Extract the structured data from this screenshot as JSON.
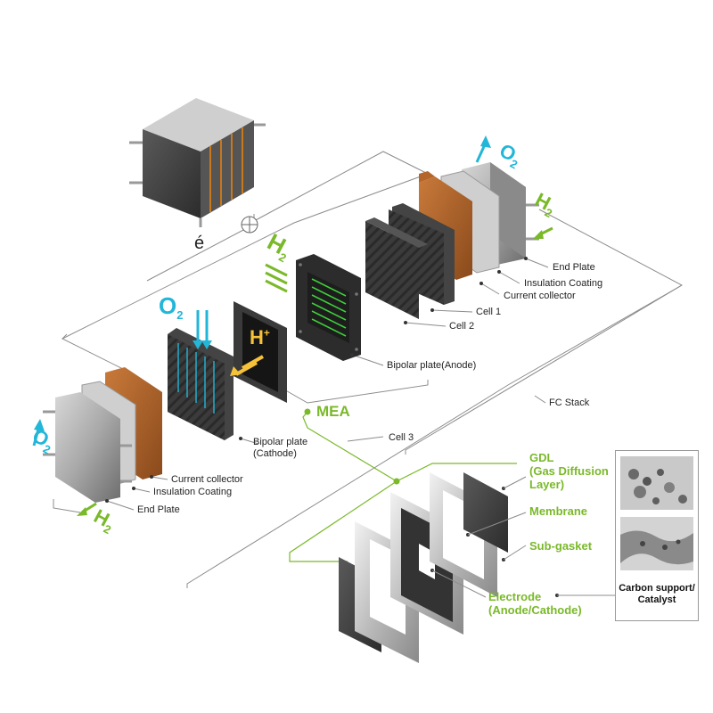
{
  "labels": {
    "end_plate_top": "End Plate",
    "insulation_top": "Insulation Coating",
    "current_collector_top": "Current collector",
    "cell1": "Cell 1",
    "cell2": "Cell 2",
    "bipolar_anode": "Bipolar plate(Anode)",
    "fc_stack": "FC Stack",
    "cell3": "Cell 3",
    "bipolar_cathode_line1": "Bipolar plate",
    "bipolar_cathode_line2": "(Cathode)",
    "current_collector_bottom": "Current collector",
    "insulation_bottom": "Insulation Coating",
    "end_plate_bottom": "End Plate",
    "mea": "MEA",
    "gdl_line1": "GDL",
    "gdl_line2": "(Gas Diffusion",
    "gdl_line3": "Layer)",
    "membrane": "Membrane",
    "subgasket": "Sub-gasket",
    "electrode_line1": "Electrode",
    "electrode_line2": "(Anode/Cathode)",
    "carbon_line1": "Carbon support/",
    "carbon_line2": "Catalyst"
  },
  "gases": {
    "o2": "O",
    "h2": "H",
    "sub2": "2",
    "hplus": "H",
    "plus": "+",
    "electron": "é"
  },
  "colors": {
    "accent_green": "#7ab929",
    "accent_cyan": "#22b6d8",
    "proton_yellow": "#f6c23a",
    "copper": "#b5652a",
    "plate_dark": "#3a3a3a",
    "line_grey": "#8c8c8c"
  }
}
